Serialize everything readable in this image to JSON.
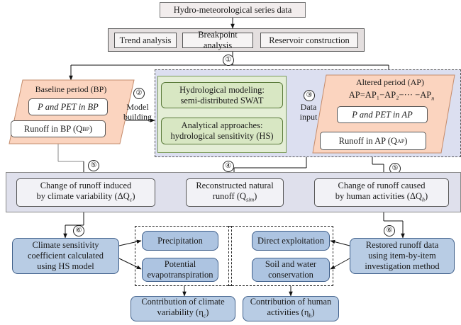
{
  "top_box": "Hydro-meteorological series data",
  "analysis": {
    "trend": "Trend analysis",
    "breakpoint": "Breakpoint analysis",
    "reservoir": "Reservoir construction"
  },
  "steps": {
    "s1": "①",
    "s2": "②",
    "s3": "③",
    "s4": "④",
    "s5a": "⑤",
    "s5b": "⑤",
    "s6a": "⑥",
    "s6b": "⑥"
  },
  "baseline": {
    "title": "Baseline period (BP)",
    "p_pet": "P and PET in BP",
    "runoff": "Runoff in BP (Q",
    "runoff_sub": "BP",
    "runoff_end": ")"
  },
  "model_building": "Model\nbuilding",
  "data_input": "Data\ninput",
  "methods": {
    "hydro": "Hydrological modeling:\nsemi-distributed SWAT",
    "analytical": "Analytical approaches:\nhydrological sensitivity (HS)"
  },
  "altered": {
    "title": "Altered period (AP)",
    "formula": "AP=AP₁−AP₂−··· −AP",
    "formula_sub": "n",
    "p_pet": "P and PET in AP",
    "runoff": "Runoff in AP (Q",
    "runoff_sub": "AP",
    "runoff_end": ")"
  },
  "change_climate": {
    "line1": "Change of runoff induced",
    "line2": "by climate variability (ΔQ",
    "sub": "c",
    "end": ")"
  },
  "reconstructed": {
    "line1": "Reconstructed natural",
    "line2": "runoff (Q",
    "sub": "sim",
    "end": ")"
  },
  "change_human": {
    "line1": "Change of runoff caused",
    "line2": "by human activities (ΔQ",
    "sub": "h",
    "end": ")"
  },
  "climate_coef": "Climate sensitivity\ncoefficient calculated\nusing HS model",
  "precip": "Precipitation",
  "pet": "Potential\nevapotranspiration",
  "direct": "Direct exploitation",
  "soil": "Soil and water\nconservation",
  "restored": "Restored runoff data\nusing item-by-item\ninvestigation method",
  "contrib_climate": {
    "line1": "Contribution of climate",
    "line2": "variability (η",
    "sub": "c",
    "end": ")"
  },
  "contrib_human": {
    "line1": "Contribution of human",
    "line2": "activities (η",
    "sub": "h",
    "end": ")"
  }
}
